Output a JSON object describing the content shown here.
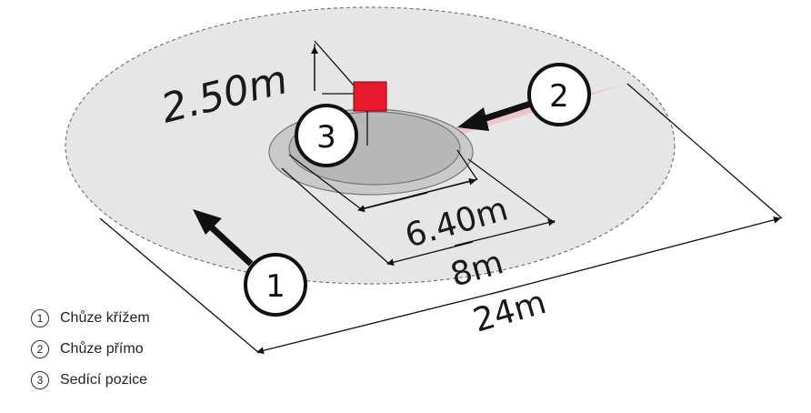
{
  "dimensions": {
    "height": "2.50m",
    "inner_diameter": "6.40m",
    "middle_diameter": "8m",
    "outer_diameter": "24m"
  },
  "markers": [
    {
      "number": "1"
    },
    {
      "number": "2"
    },
    {
      "number": "3"
    }
  ],
  "legend": [
    {
      "number": "1",
      "label": "Chůze křížem"
    },
    {
      "number": "2",
      "label": "Chůze přímo"
    },
    {
      "number": "3",
      "label": "Sedící pozice"
    }
  ],
  "colors": {
    "detection_zone": "#e6e6e6",
    "beam": "#f2b8c0",
    "sensor": "#e8192c",
    "inner_zone": "#b5b5b5"
  }
}
